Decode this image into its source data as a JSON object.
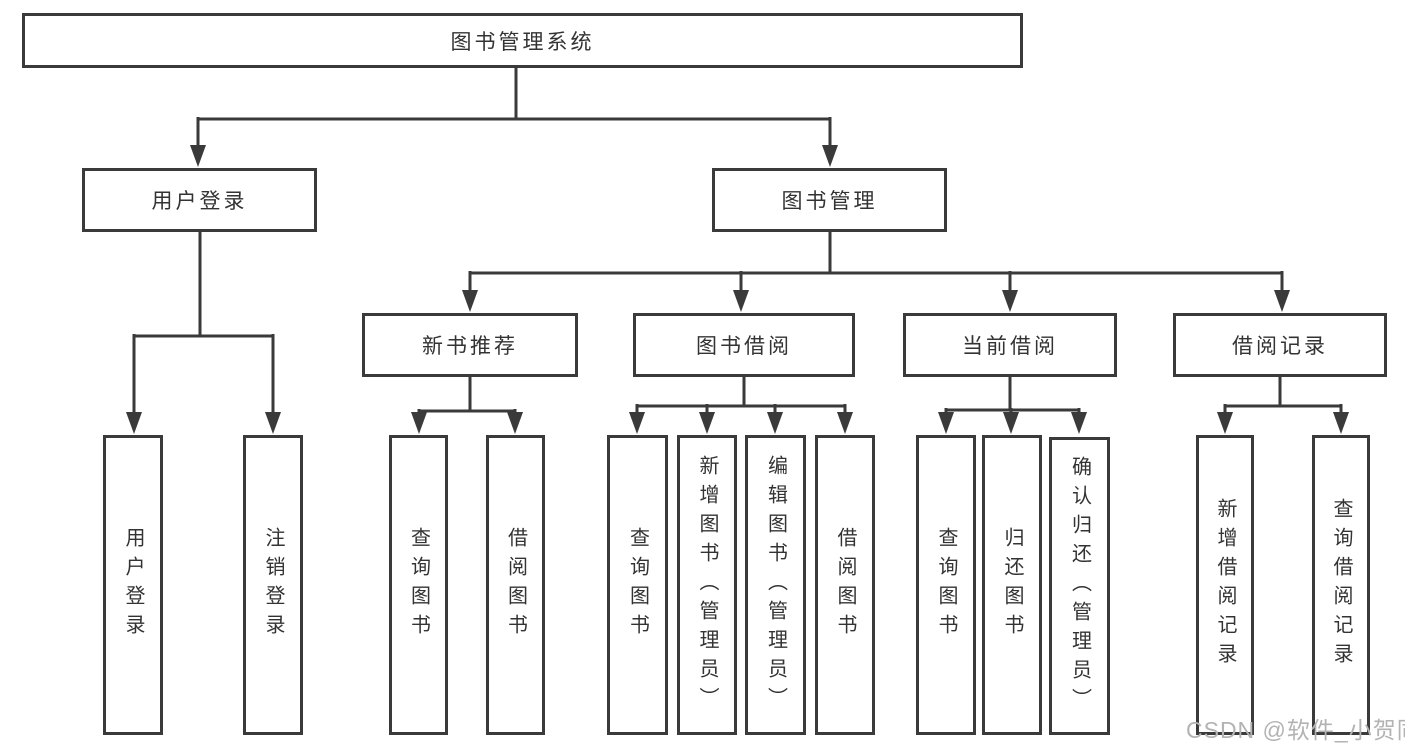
{
  "title": "图书管理系统",
  "watermark": {
    "text": "CSDN @软件_小贺同学"
  },
  "colors": {
    "line": "#3a3a3a",
    "text": "#333333",
    "watermark": "#b3b3b3",
    "background": "#ffffff"
  },
  "tree": {
    "root": {
      "label": "图书管理系统"
    },
    "branches": [
      {
        "label": "用户登录",
        "children": [
          {
            "label": "用户登录"
          },
          {
            "label": "注销登录"
          }
        ]
      },
      {
        "label": "图书管理",
        "groups": [
          {
            "label": "新书推荐",
            "children": [
              {
                "label": "查询图书"
              },
              {
                "label": "借阅图书"
              }
            ]
          },
          {
            "label": "图书借阅",
            "children": [
              {
                "label": "查询图书"
              },
              {
                "label": "新增图书（管理员）"
              },
              {
                "label": "编辑图书（管理员）"
              },
              {
                "label": "借阅图书"
              }
            ]
          },
          {
            "label": "当前借阅",
            "children": [
              {
                "label": "查询图书"
              },
              {
                "label": "归还图书"
              },
              {
                "label": "确认归还（管理员）"
              }
            ]
          },
          {
            "label": "借阅记录",
            "children": [
              {
                "label": "新增借阅记录"
              },
              {
                "label": "查询借阅记录"
              }
            ]
          }
        ]
      }
    ]
  }
}
